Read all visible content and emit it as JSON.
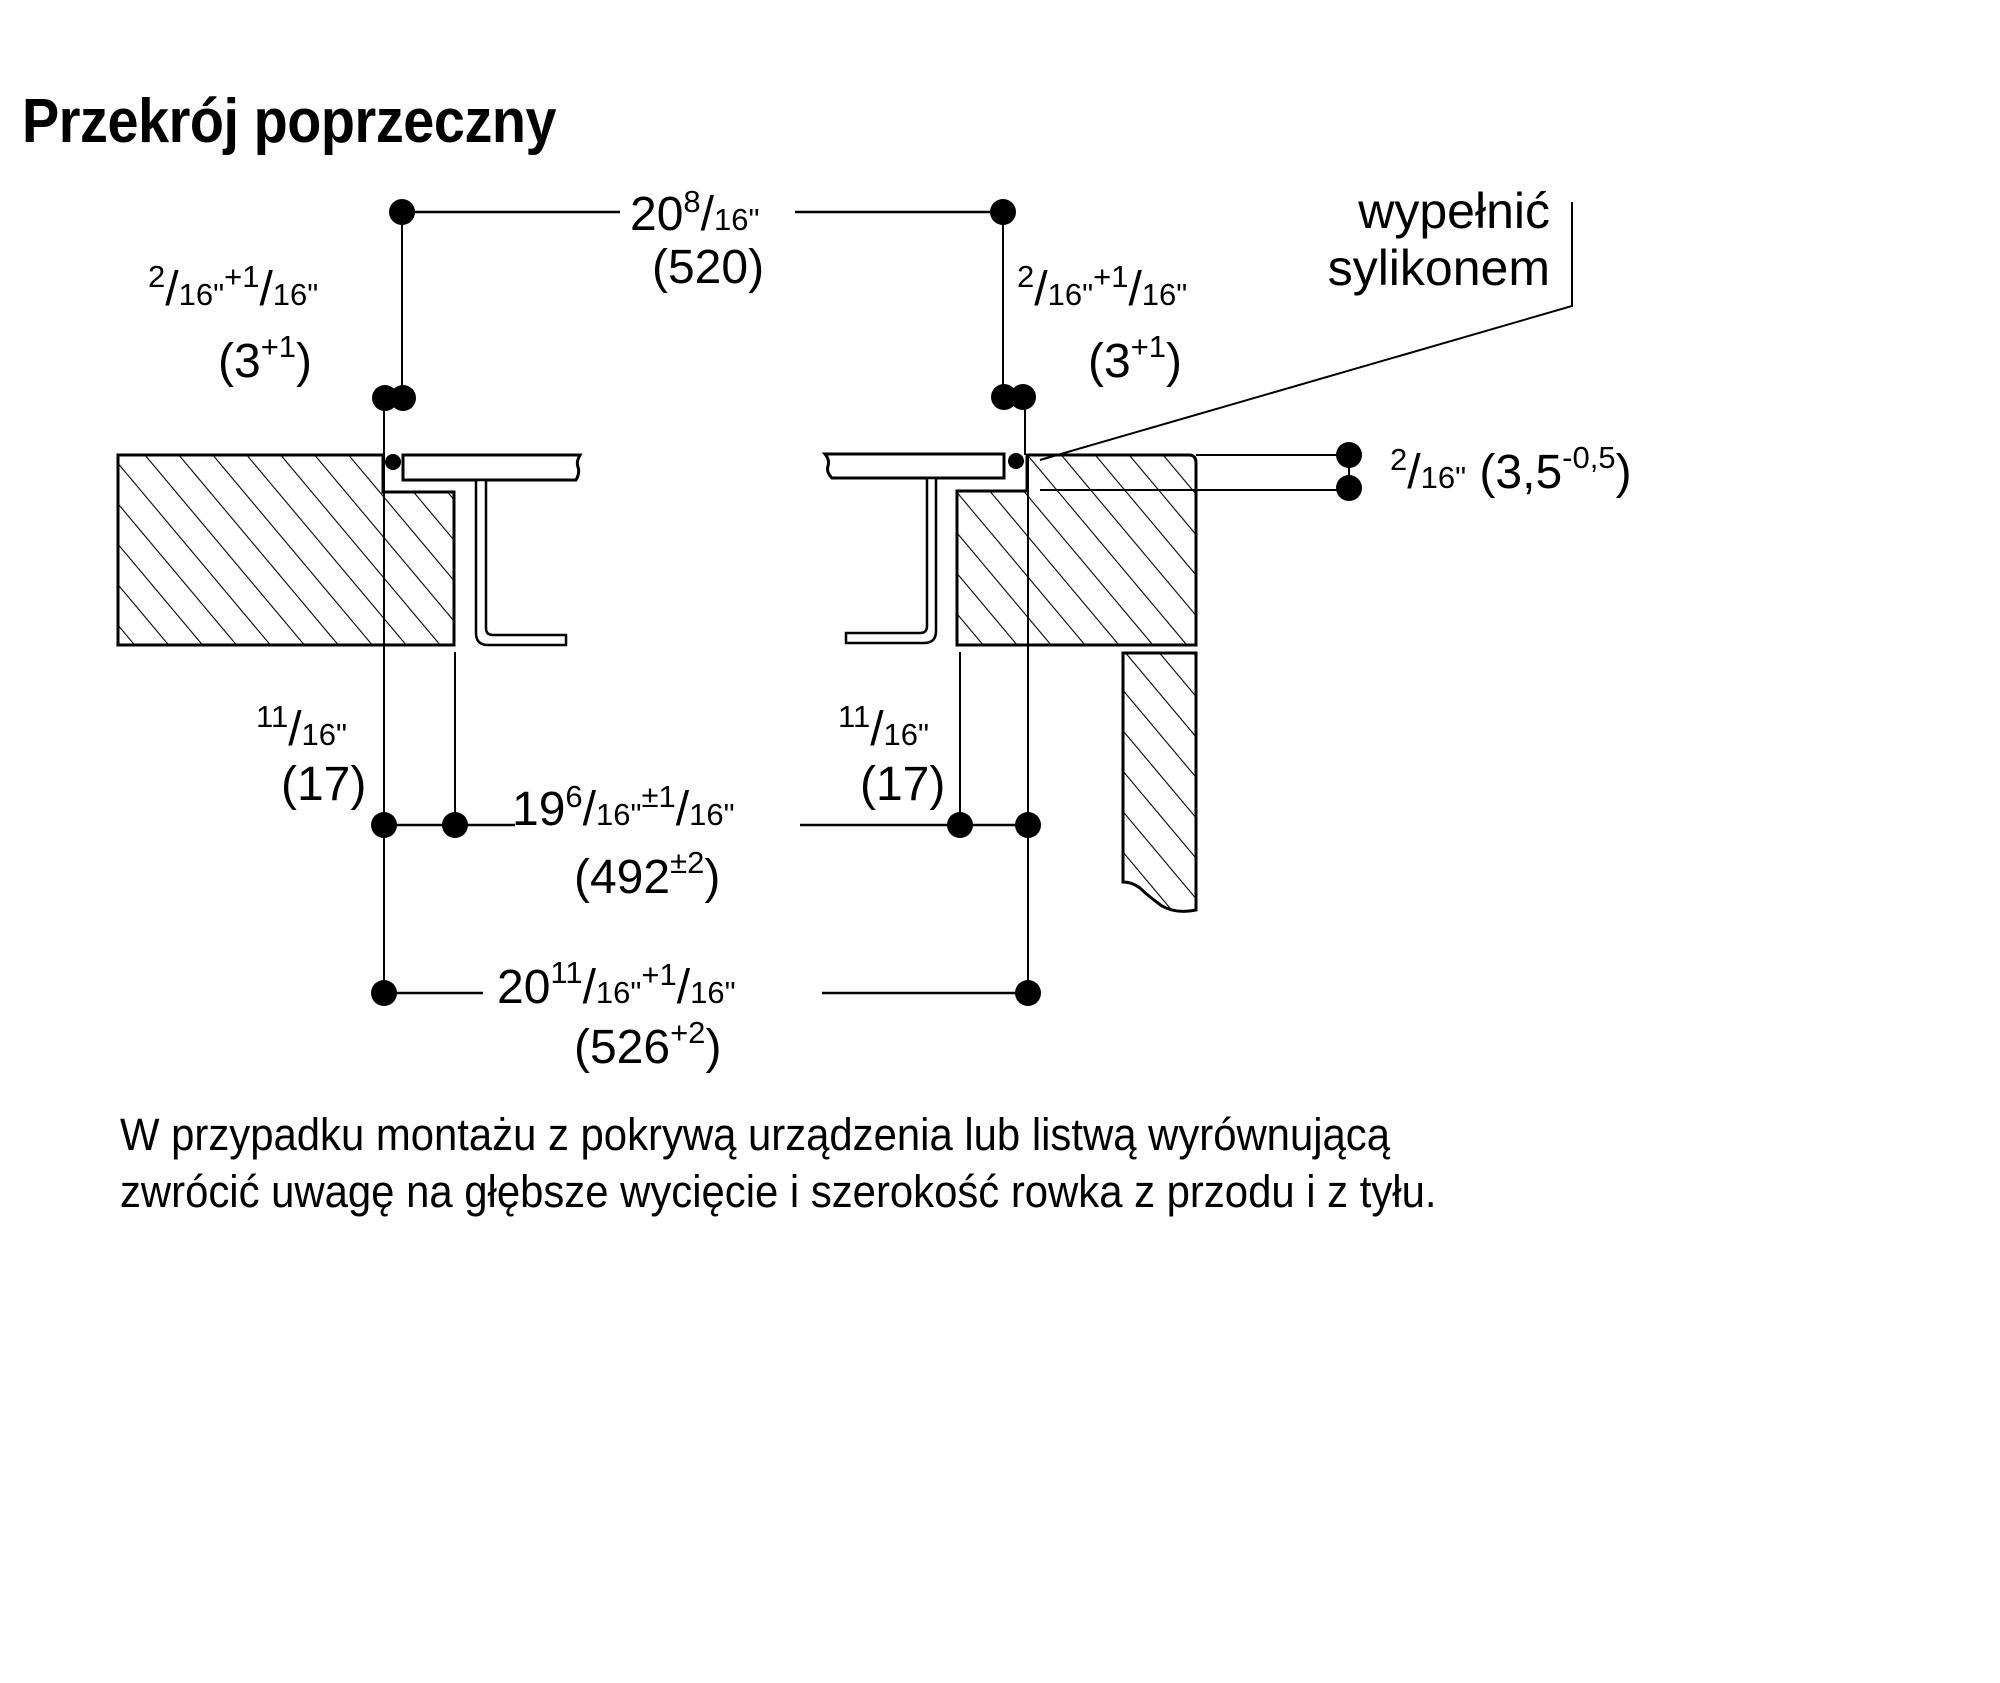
{
  "title": "Przekrój poprzeczny",
  "labels": {
    "top_width": {
      "imperial": {
        "whole": "20",
        "num": "8",
        "slash": "/",
        "den": "16\""
      },
      "metric": "(520)"
    },
    "gap_left": {
      "imperial": {
        "num": "2",
        "slash": "/",
        "den": "16\"",
        "tol_num": "+1",
        "slash2": "/",
        "tol_den": "16\""
      },
      "metric": {
        "open": "(3",
        "tol": "+1",
        "close": ")"
      }
    },
    "gap_right": {
      "imperial": {
        "num": "2",
        "slash": "/",
        "den": "16\"",
        "tol_num": "+1",
        "slash2": "/",
        "tol_den": "16\""
      },
      "metric": {
        "open": "(3",
        "tol": "+1",
        "close": ")"
      }
    },
    "silicone": {
      "line1": "wypełnić",
      "line2": "sylikonem"
    },
    "depth": {
      "num": "2",
      "slash": "/",
      "den": "16\"",
      "metric_open": " (3,5",
      "tol": "-0,5",
      "close": ")"
    },
    "flange_left": {
      "imperial": {
        "num": "11",
        "slash": "/",
        "den": "16\""
      },
      "metric": "(17)"
    },
    "flange_right": {
      "imperial": {
        "num": "11",
        "slash": "/",
        "den": "16\""
      },
      "metric": "(17)"
    },
    "inner_width": {
      "imperial": {
        "whole": "19",
        "num": "6",
        "slash": "/",
        "den": "16\"",
        "tol_num": "±1",
        "slash2": "/",
        "tol_den": "16\""
      },
      "metric": {
        "open": "(492",
        "tol": "±2",
        "close": ")"
      }
    },
    "outer_width": {
      "imperial": {
        "whole": "20",
        "num": "11",
        "slash": "/",
        "den": "16\"",
        "tol_num": "+1",
        "slash2": "/",
        "tol_den": "16\""
      },
      "metric": {
        "open": "(526",
        "tol": "+2",
        "close": ")"
      }
    }
  },
  "note": {
    "line1": "W przypadku montażu z pokrywą urządzenia lub listwą wyrównującą",
    "line2": "zwrócić uwagę na głębsze wycięcie i szerokość rowka z przodu i z tyłu."
  }
}
